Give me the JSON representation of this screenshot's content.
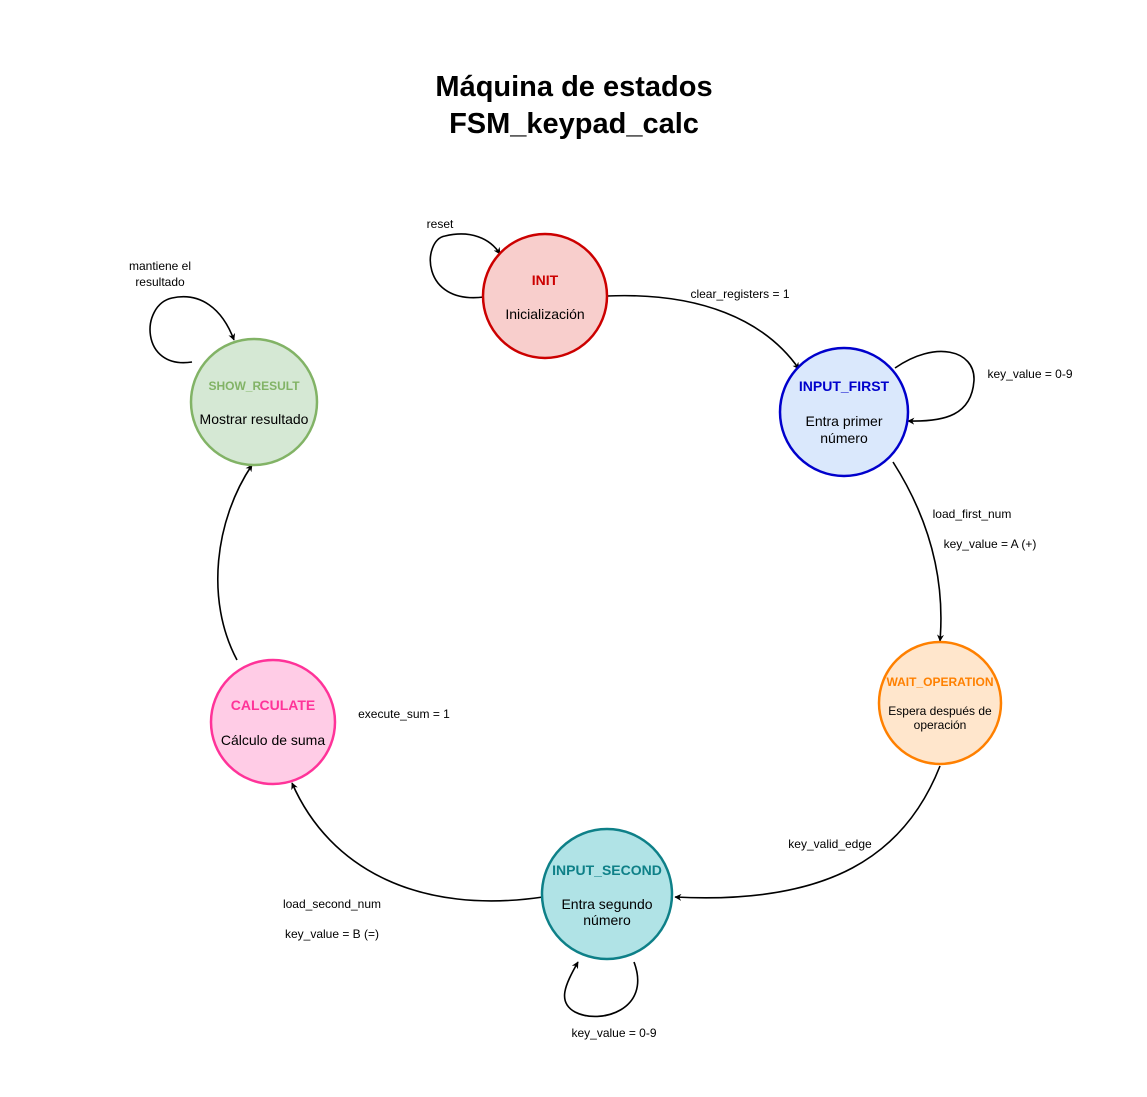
{
  "title": {
    "line1": "Máquina de estados",
    "line2": "FSM_keypad_calc"
  },
  "colors": {
    "init": {
      "fill": "#f8cecc",
      "stroke": "#cc0000",
      "text": "#cc0000"
    },
    "input_first": {
      "fill": "#dae8fc",
      "stroke": "#0000cc",
      "text": "#0000cc"
    },
    "wait_operation": {
      "fill": "#ffe6cc",
      "stroke": "#ff8000",
      "text": "#ff8000"
    },
    "input_second": {
      "fill": "#b0e3e6",
      "stroke": "#0e8088",
      "text": "#0e8088"
    },
    "calculate": {
      "fill": "#ffcce6",
      "stroke": "#ff3399",
      "text": "#ff3399"
    },
    "show_result": {
      "fill": "#d5e8d4",
      "stroke": "#82b366",
      "text": "#82b366"
    }
  },
  "states": {
    "init": {
      "name": "INIT",
      "desc": [
        "Inicialización"
      ]
    },
    "input_first": {
      "name": "INPUT_FIRST",
      "desc": [
        "Entra primer",
        "número"
      ]
    },
    "wait_operation": {
      "name": "WAIT_OPERATION",
      "desc": [
        "Espera después de",
        "operación"
      ]
    },
    "input_second": {
      "name": "INPUT_SECOND",
      "desc": [
        "Entra segundo",
        "número"
      ]
    },
    "calculate": {
      "name": "CALCULATE",
      "desc": [
        "Cálculo de suma"
      ]
    },
    "show_result": {
      "name": "SHOW_RESULT",
      "desc": [
        "Mostrar resultado"
      ]
    }
  },
  "transitions": {
    "init_self": [
      "reset"
    ],
    "init_to_input_first": [
      "clear_registers = 1"
    ],
    "input_first_self": [
      "key_value = 0-9"
    ],
    "input_first_to_wait": [
      "load_first_num",
      "key_value = A (+)"
    ],
    "wait_to_input_second": [
      "key_valid_edge"
    ],
    "input_second_self": [
      "key_value = 0-9"
    ],
    "input_second_to_calculate": [
      "load_second_num",
      "key_value = B (=)"
    ],
    "calculate_to_show": [
      "execute_sum = 1"
    ],
    "show_self": [
      "mantiene el",
      "resultado"
    ]
  }
}
